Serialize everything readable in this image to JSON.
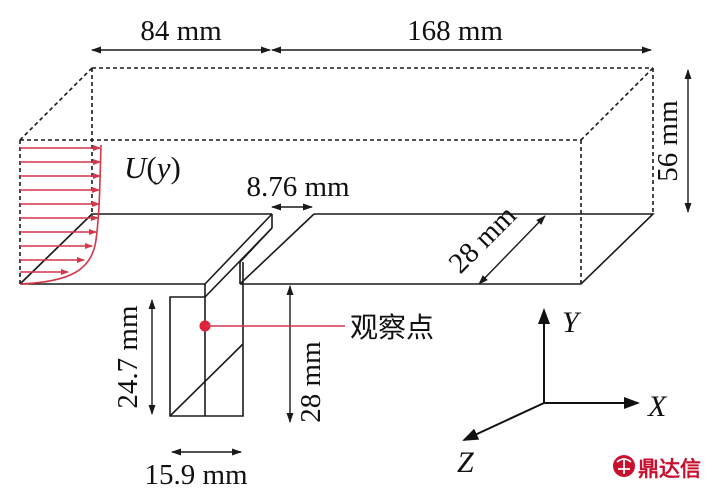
{
  "dimensions": {
    "inlet_length": "84 mm",
    "downstream_length": "168 mm",
    "height": "56 mm",
    "slot_width": "8.76 mm",
    "span": "28 mm",
    "cavity_depth": "24.7 mm",
    "cavity_side": "28 mm",
    "cavity_width": "15.9 mm"
  },
  "labels": {
    "velocity_profile_u": "U",
    "velocity_profile_open": "(",
    "velocity_profile_y": "y",
    "velocity_profile_close": ")",
    "observation_point": "观察点"
  },
  "axes": {
    "y": "Y",
    "x": "X",
    "z": "Z"
  },
  "logo": {
    "text": "鼎达信"
  },
  "colors": {
    "profile": "#d4374a",
    "point": "#e0203a",
    "line": "#1a1a1a",
    "logo": "#c8102e"
  }
}
